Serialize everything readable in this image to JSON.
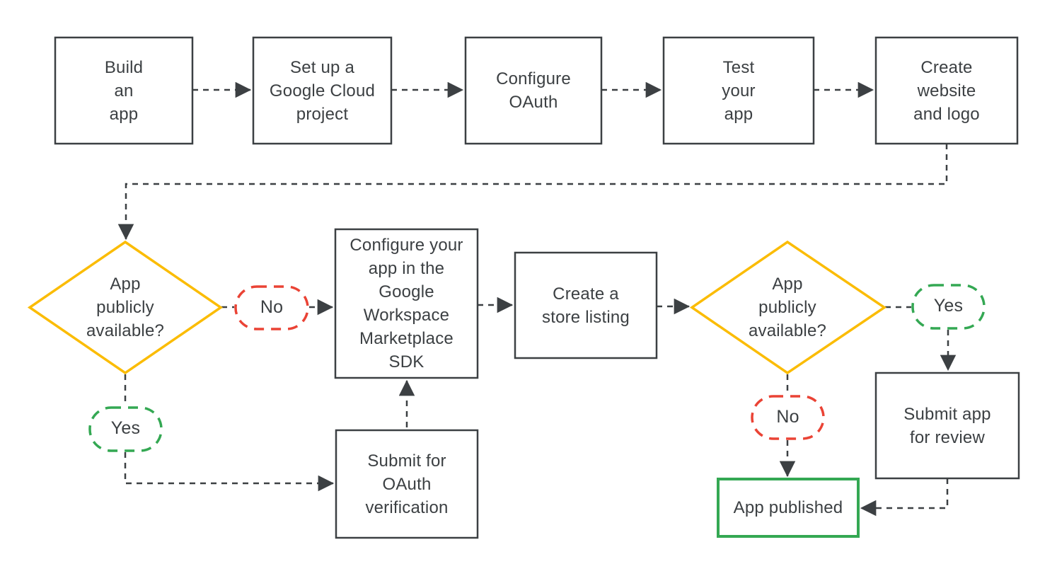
{
  "flowchart": {
    "colors": {
      "outline": "#3c4043",
      "text": "#3c4043",
      "decision_yellow": "#fbbc04",
      "no_red": "#ea4335",
      "yes_green": "#34a853",
      "published_green": "#34a853",
      "background": "#ffffff"
    },
    "nodes": {
      "build_app": {
        "label": "Build\nan\napp"
      },
      "setup_project": {
        "label": "Set up a\nGoogle Cloud\nproject"
      },
      "configure_oauth": {
        "label": "Configure\nOAuth"
      },
      "test_app": {
        "label": "Test\nyour\napp"
      },
      "create_website": {
        "label": "Create\nwebsite\nand logo"
      },
      "decision_public_1": {
        "label": "App\npublicly\navailable?"
      },
      "no_1": {
        "label": "No"
      },
      "configure_sdk": {
        "label": "Configure your\napp in the\nGoogle\nWorkspace\nMarketplace\nSDK"
      },
      "store_listing": {
        "label": "Create a\nstore listing"
      },
      "decision_public_2": {
        "label": "App\npublicly\navailable?"
      },
      "yes_2": {
        "label": "Yes"
      },
      "submit_review": {
        "label": "Submit app\nfor review"
      },
      "no_2": {
        "label": "No"
      },
      "app_published": {
        "label": "App published"
      },
      "yes_1": {
        "label": "Yes"
      },
      "submit_oauth": {
        "label": "Submit for\nOAuth\nverification"
      }
    }
  }
}
